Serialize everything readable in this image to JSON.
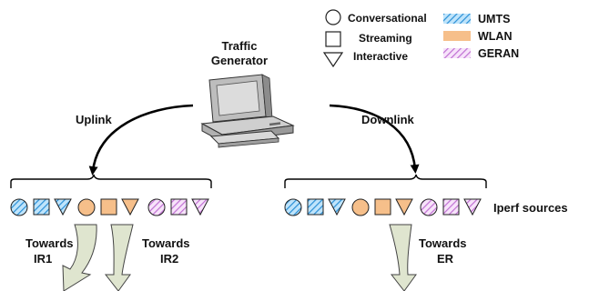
{
  "legend": {
    "shapes": [
      {
        "icon": "circle-icon",
        "label": "Conversational"
      },
      {
        "icon": "square-icon",
        "label": "Streaming"
      },
      {
        "icon": "triangle-icon",
        "label": "Interactive"
      }
    ],
    "networks": [
      {
        "label": "UMTS",
        "pattern": "hatch-blue",
        "color": "#5bb0e8"
      },
      {
        "label": "WLAN",
        "pattern": "solid-orange",
        "color": "#f6bf8a"
      },
      {
        "label": "GERAN",
        "pattern": "hatch-purple",
        "color": "#d79be0"
      }
    ]
  },
  "generator_label_line1": "Traffic",
  "generator_label_line2": "Generator",
  "uplink_label": "Uplink",
  "downlink_label": "Downlink",
  "iperf_label": "Iperf sources",
  "towards": {
    "ir1_line1": "Towards",
    "ir1_line2": "IR1",
    "ir2_line1": "Towards",
    "ir2_line2": "IR2",
    "er_line1": "Towards",
    "er_line2": "ER"
  },
  "colors": {
    "umts": "#5bb0e8",
    "wlan": "#f6bf8a",
    "geran": "#d79be0",
    "fat_arrow": "#dfe5cf"
  }
}
